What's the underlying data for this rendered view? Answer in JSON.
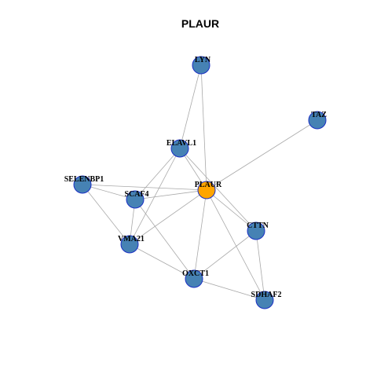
{
  "title": "PLAUR",
  "colors": {
    "hub": "#FFA500",
    "node": "#4682B4",
    "node_border": "#1A2FC4",
    "edge": "#A9A9A9"
  },
  "nodes": [
    {
      "id": "LYN",
      "label": "LYN",
      "hub": false
    },
    {
      "id": "TAZ",
      "label": "TAZ",
      "hub": false
    },
    {
      "id": "ELAVL1",
      "label": "ELAVL1",
      "hub": false
    },
    {
      "id": "SELENBP1",
      "label": "SELENBP1",
      "hub": false
    },
    {
      "id": "SCAF4",
      "label": "SCAF4",
      "hub": false
    },
    {
      "id": "PLAUR",
      "label": "PLAUR",
      "hub": true
    },
    {
      "id": "CTTN",
      "label": "CTTN",
      "hub": false
    },
    {
      "id": "VMA21",
      "label": "VMA21",
      "hub": false
    },
    {
      "id": "OXCT1",
      "label": "OXCT1",
      "hub": false
    },
    {
      "id": "SDHAF2",
      "label": "SDHAF2",
      "hub": false
    }
  ],
  "edges": [
    [
      "LYN",
      "ELAVL1"
    ],
    [
      "LYN",
      "PLAUR"
    ],
    [
      "TAZ",
      "PLAUR"
    ],
    [
      "ELAVL1",
      "PLAUR"
    ],
    [
      "ELAVL1",
      "SCAF4"
    ],
    [
      "ELAVL1",
      "VMA21"
    ],
    [
      "ELAVL1",
      "CTTN"
    ],
    [
      "SELENBP1",
      "SCAF4"
    ],
    [
      "SELENBP1",
      "PLAUR"
    ],
    [
      "SELENBP1",
      "VMA21"
    ],
    [
      "SCAF4",
      "PLAUR"
    ],
    [
      "SCAF4",
      "VMA21"
    ],
    [
      "SCAF4",
      "OXCT1"
    ],
    [
      "PLAUR",
      "VMA21"
    ],
    [
      "PLAUR",
      "OXCT1"
    ],
    [
      "PLAUR",
      "CTTN"
    ],
    [
      "PLAUR",
      "SDHAF2"
    ],
    [
      "VMA21",
      "OXCT1"
    ],
    [
      "OXCT1",
      "CTTN"
    ],
    [
      "OXCT1",
      "SDHAF2"
    ],
    [
      "CTTN",
      "SDHAF2"
    ]
  ]
}
